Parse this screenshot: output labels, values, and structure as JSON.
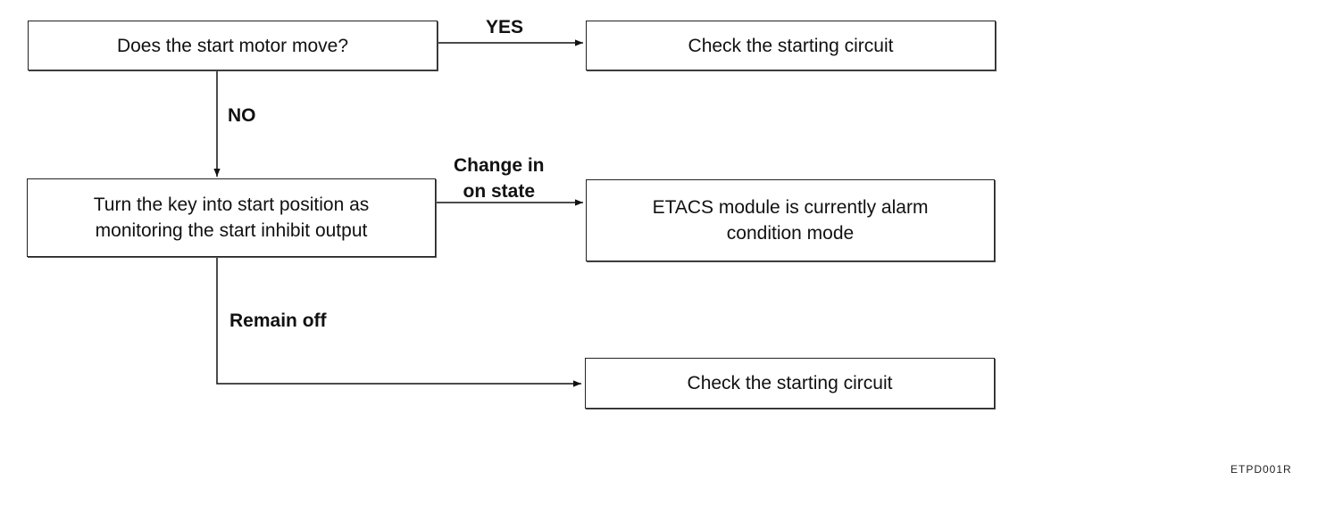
{
  "nodes": {
    "q_motor": {
      "lines": [
        "Does the start motor move?"
      ]
    },
    "check_circuit_1": {
      "lines": [
        "Check the starting circuit"
      ]
    },
    "turn_key": {
      "lines": [
        "Turn the key into start position as",
        "monitoring the start inhibit output"
      ]
    },
    "etacs_alarm": {
      "lines": [
        "ETACS module is currently alarm",
        "condition mode"
      ]
    },
    "check_circuit_2": {
      "lines": [
        "Check the starting circuit"
      ]
    }
  },
  "edges": {
    "yes": {
      "label": "YES"
    },
    "no": {
      "label": "NO"
    },
    "change": {
      "lines": [
        "Change in",
        "on state"
      ]
    },
    "remain": {
      "label": "Remain off"
    }
  },
  "figure_code": "ETPD001R"
}
